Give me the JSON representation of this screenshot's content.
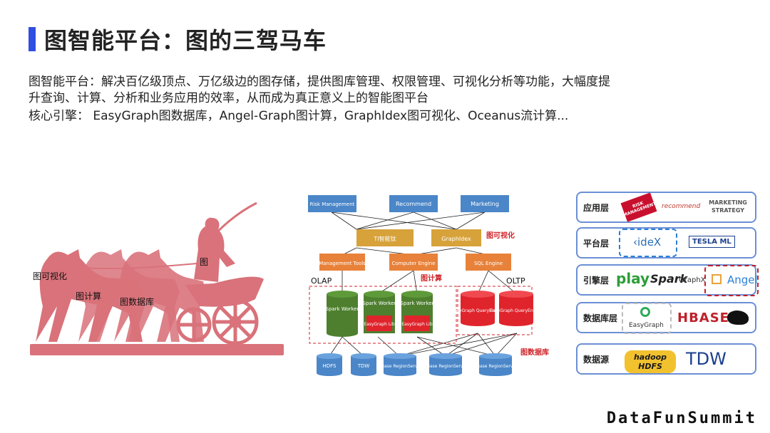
{
  "header": {
    "title": "图智能平台：图的三驾马车"
  },
  "description": {
    "line1": "图智能平台：解决百亿级顶点、万亿级边的图存储，提供图库管理、权限管理、可视化分析等功能，大幅度提",
    "line2": "升查询、计算、分析和业务应用的效率，从而成为真正意义上的智能图平台",
    "line3": "核心引擎： EasyGraph图数据库，Angel-Graph图计算，GraphIdex图可视化、Oceanus流计算..."
  },
  "chariot": {
    "labels": {
      "rider": "图",
      "horse1": "图可视化",
      "horse2": "图计算",
      "horse3": "图数据库"
    },
    "colors": {
      "fill": "#d9727a"
    }
  },
  "architecture": {
    "apps": [
      "Risk Management",
      "Recommend",
      "Marketing"
    ],
    "middle": [
      "TI智能钛",
      "GraphIdex"
    ],
    "engines": [
      "Management Tools",
      "Computer Engine",
      "SQL Engine"
    ],
    "labels": {
      "viz": "图可视化",
      "compute": "图计算",
      "db": "图数据库",
      "olap": "OLAP",
      "oltp": "OLTP"
    },
    "spark": [
      "Spark Worker",
      "Spark Worker",
      "Spark Worker"
    ],
    "easygraph_lib": "EasyGraph Lib",
    "query_engine": "EasyGraph QueryEngine",
    "storage": [
      "HDFS",
      "TDW",
      "HBase RegionServer",
      "HBase RegionServer",
      "HBase RegionServer"
    ],
    "colors": {
      "blue": "#4a86c8",
      "orange": "#e8823a",
      "gold": "#d7a23a",
      "green": "#4e7f2f",
      "red": "#e0242c",
      "accent": "#d1232a"
    }
  },
  "layers": {
    "rows": [
      {
        "label": "应用层",
        "items": [
          "RISK MANAGEMENT",
          "recommend",
          "MARKETING STRATEGY"
        ]
      },
      {
        "label": "平台层",
        "items": [
          "‹ideX",
          "TESLA ML"
        ]
      },
      {
        "label": "引擎层",
        "items": [
          "play",
          "Spark",
          "GraphX",
          "Angel"
        ]
      },
      {
        "label": "数据库层",
        "items": [
          "EasyGraph",
          "HBASE"
        ]
      },
      {
        "label": "数据源",
        "items": [
          "hadoop HDFS",
          "TDW"
        ]
      }
    ]
  },
  "footer": {
    "brand": "DataFunSummit"
  }
}
